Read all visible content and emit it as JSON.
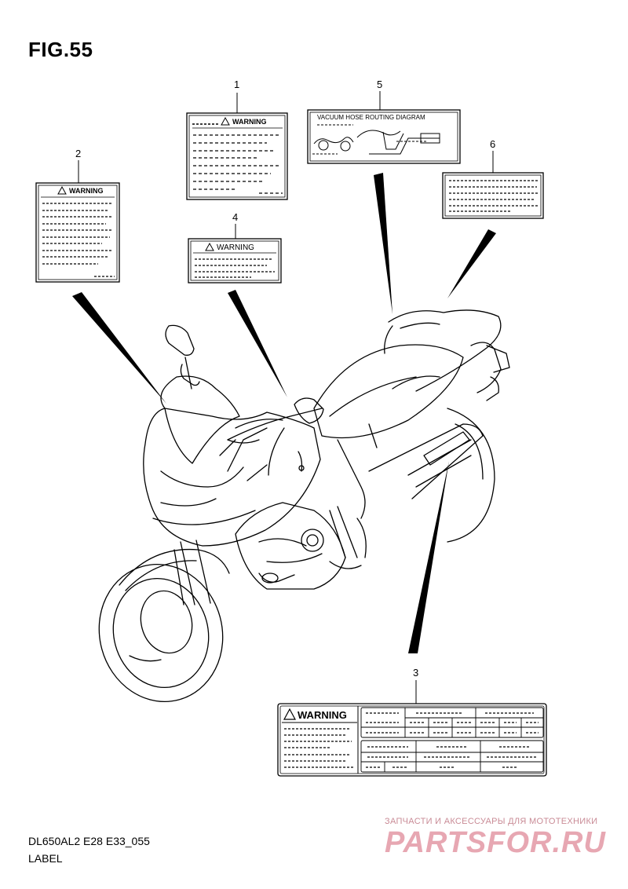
{
  "figure": {
    "title": "FIG.55",
    "model_code": "DL650AL2 E28 E33_055",
    "section_label": "LABEL"
  },
  "callouts": {
    "c1": "1",
    "c2": "2",
    "c3": "3",
    "c4": "4",
    "c5": "5",
    "c6": "6"
  },
  "labels": {
    "label1_warning": "WARNING",
    "label2_warning": "WARNING",
    "label3_warning": "WARNING",
    "label4_warning": "WARNING",
    "label5_title": "VACUUM HOSE ROUTING DIAGRAM"
  },
  "watermark": {
    "tagline": "ЗАПЧАСТИ И АКСЕССУАРЫ ДЛЯ МОТОТЕХНИКИ",
    "brand": "PARTSFOR.RU"
  },
  "icons": {
    "warning_symbol": "warning-triangle-icon"
  }
}
